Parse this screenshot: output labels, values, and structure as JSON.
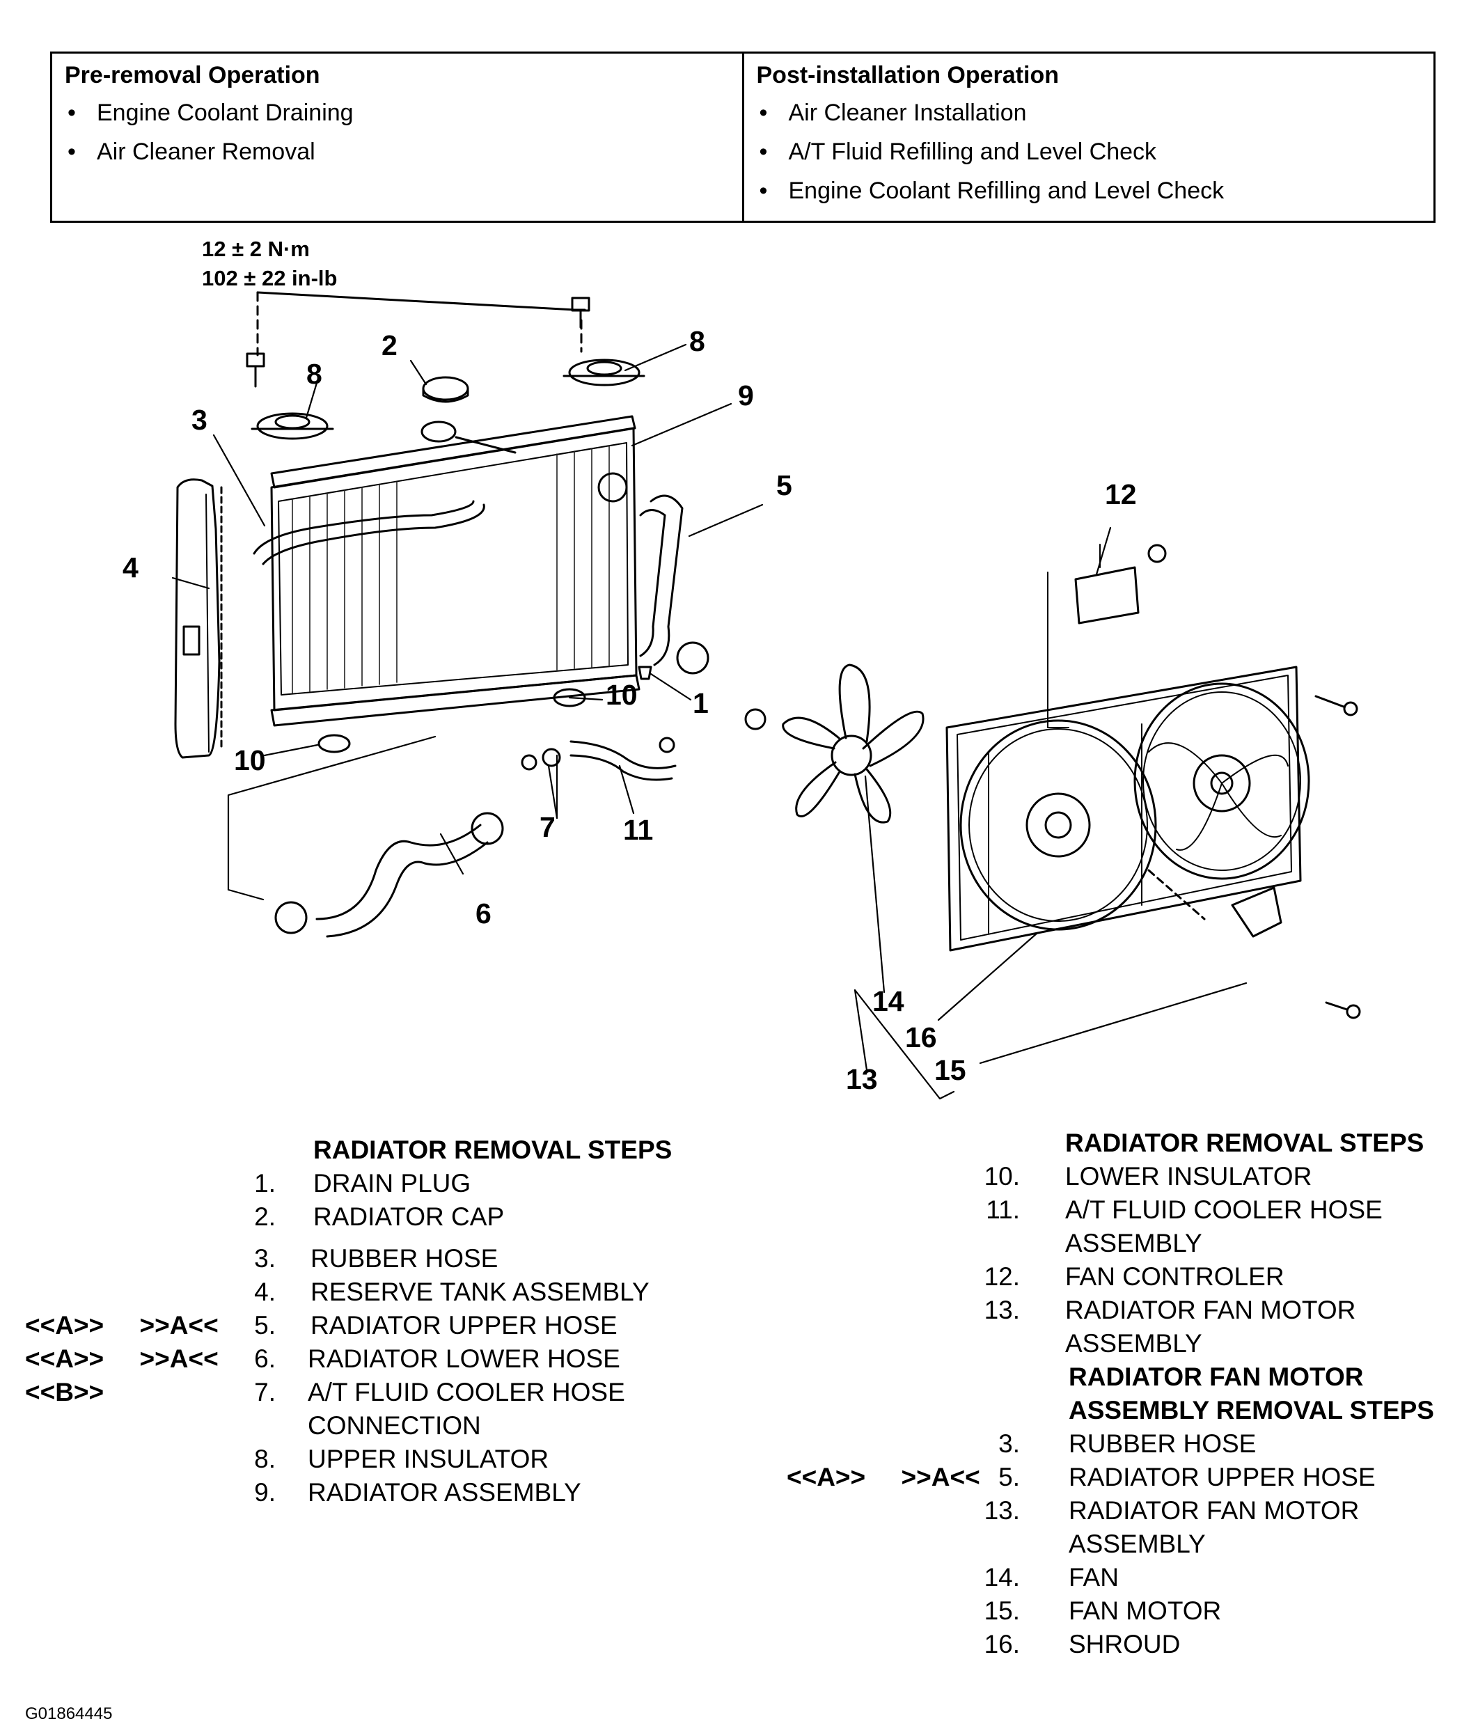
{
  "pre_removal": {
    "title": "Pre-removal Operation",
    "items": [
      "Engine Coolant Draining",
      "Air Cleaner Removal"
    ]
  },
  "post_installation": {
    "title": "Post-installation Operation",
    "items": [
      "Air Cleaner Installation",
      "A/T Fluid Refilling and Level Check",
      "Engine Coolant Refilling and Level Check"
    ]
  },
  "torque": {
    "metric": "12 ± 2 N·m",
    "imperial": "102 ± 22 in-lb"
  },
  "callouts": {
    "c1": "1",
    "c2": "2",
    "c3": "3",
    "c4": "4",
    "c5": "5",
    "c6": "6",
    "c7": "7",
    "c8a": "8",
    "c8b": "8",
    "c9": "9",
    "c10a": "10",
    "c10b": "10",
    "c11": "11",
    "c12": "12",
    "c13": "13",
    "c14": "14",
    "c15": "15",
    "c16": "16"
  },
  "left_steps": {
    "title": "RADIATOR REMOVAL STEPS",
    "rows": [
      {
        "num": "1.",
        "text": "DRAIN PLUG",
        "tags": ""
      },
      {
        "num": "2.",
        "text": "RADIATOR CAP",
        "tags": ""
      },
      {
        "num": "3.",
        "text": "RUBBER HOSE",
        "tags": ""
      },
      {
        "num": "4.",
        "text": "RESERVE TANK ASSEMBLY",
        "tags": ""
      },
      {
        "num": "5.",
        "text": "RADIATOR UPPER HOSE",
        "tags": "<<A>>     >>A<<"
      },
      {
        "num": "6.",
        "text": "RADIATOR LOWER HOSE",
        "tags": "<<A>>     >>A<<"
      },
      {
        "num": "7.",
        "text": "A/T FLUID COOLER HOSE CONNECTION",
        "tags": "<<B>>"
      },
      {
        "num": "8.",
        "text": "UPPER INSULATOR",
        "tags": ""
      },
      {
        "num": "9.",
        "text": "RADIATOR ASSEMBLY",
        "tags": ""
      }
    ]
  },
  "right_steps": {
    "title": "RADIATOR REMOVAL STEPS",
    "rows": [
      {
        "num": "10.",
        "text": "LOWER INSULATOR"
      },
      {
        "num": "11.",
        "text": "A/T FLUID COOLER HOSE ASSEMBLY"
      },
      {
        "num": "12.",
        "text": "FAN CONTROLER"
      },
      {
        "num": "13.",
        "text": "RADIATOR FAN MOTOR ASSEMBLY"
      }
    ],
    "sub_title": "RADIATOR FAN MOTOR ASSEMBLY REMOVAL STEPS",
    "sub_rows": [
      {
        "num": "3.",
        "text": "RUBBER HOSE",
        "tags": ""
      },
      {
        "num": "5.",
        "text": "RADIATOR UPPER HOSE",
        "tags": "<<A>>     >>A<<"
      },
      {
        "num": "13.",
        "text": "RADIATOR FAN MOTOR ASSEMBLY",
        "tags": ""
      },
      {
        "num": "14.",
        "text": "FAN",
        "tags": ""
      },
      {
        "num": "15.",
        "text": "FAN MOTOR",
        "tags": ""
      },
      {
        "num": "16.",
        "text": "SHROUD",
        "tags": ""
      }
    ]
  },
  "figure_id": "G01864445"
}
